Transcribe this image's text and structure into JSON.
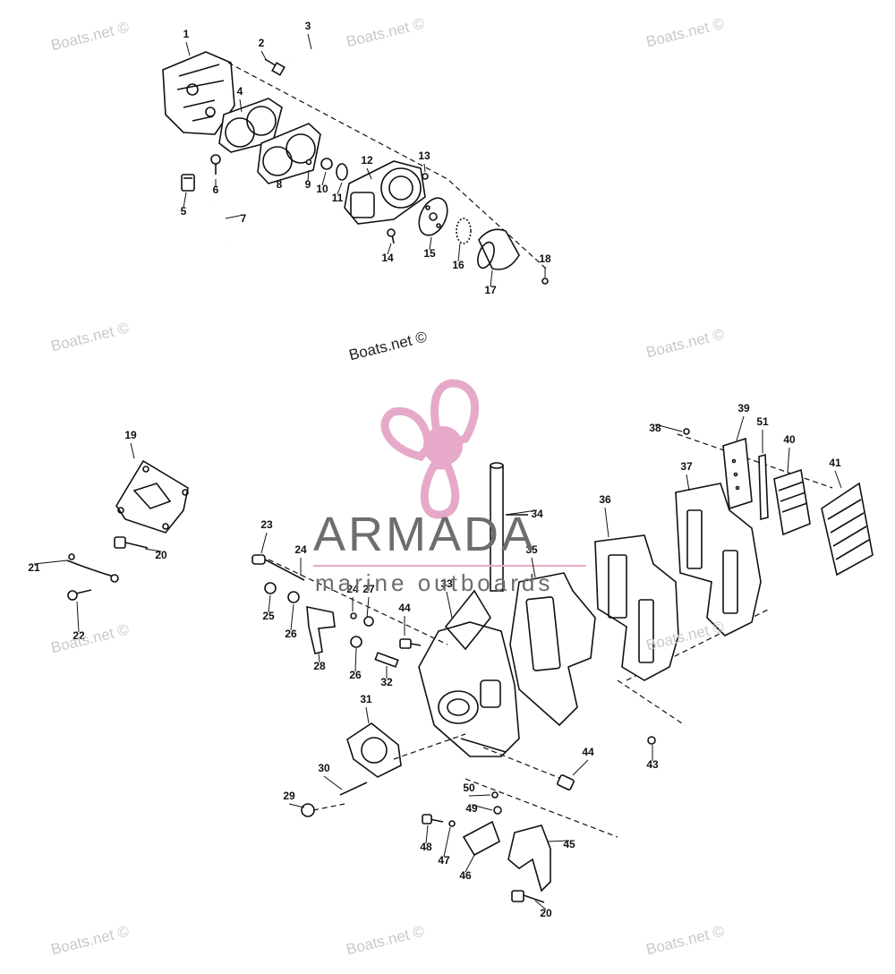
{
  "watermarks": [
    {
      "text": "Boats.net ©",
      "style": "light"
    },
    {
      "text": "Boats.net ©",
      "style": "light"
    },
    {
      "text": "Boats.net ©",
      "style": "light"
    },
    {
      "text": "Boats.net ©",
      "style": "light"
    },
    {
      "text": "Boats.net ©",
      "style": "dark"
    },
    {
      "text": "Boats.net ©",
      "style": "light"
    },
    {
      "text": "Boats.net ©",
      "style": "light"
    },
    {
      "text": "Boats.net ©",
      "style": "light"
    },
    {
      "text": "Boats.net ©",
      "style": "light"
    },
    {
      "text": "Boats.net ©",
      "style": "light"
    },
    {
      "text": "Boats.net ©",
      "style": "light"
    }
  ],
  "logo": {
    "word": "ARMADA",
    "subtitle": "marine outboards",
    "colors": {
      "propeller": "#e7a9c9",
      "hub": "#e7a9c9",
      "text": "#6d6d6d",
      "rule": "#e7a9c9"
    }
  },
  "callouts": [
    "1",
    "2",
    "3",
    "4",
    "5",
    "6",
    "7",
    "8",
    "9",
    "10",
    "11",
    "12",
    "13",
    "14",
    "15",
    "16",
    "17",
    "18",
    "19",
    "20",
    "21",
    "22",
    "23",
    "24",
    "25",
    "26",
    "27",
    "28",
    "24",
    "26",
    "32",
    "33",
    "34",
    "35",
    "36",
    "37",
    "38",
    "39",
    "51",
    "40",
    "41",
    "44",
    "31",
    "30",
    "29",
    "44",
    "43",
    "50",
    "49",
    "48",
    "47",
    "46",
    "45",
    "20"
  ]
}
